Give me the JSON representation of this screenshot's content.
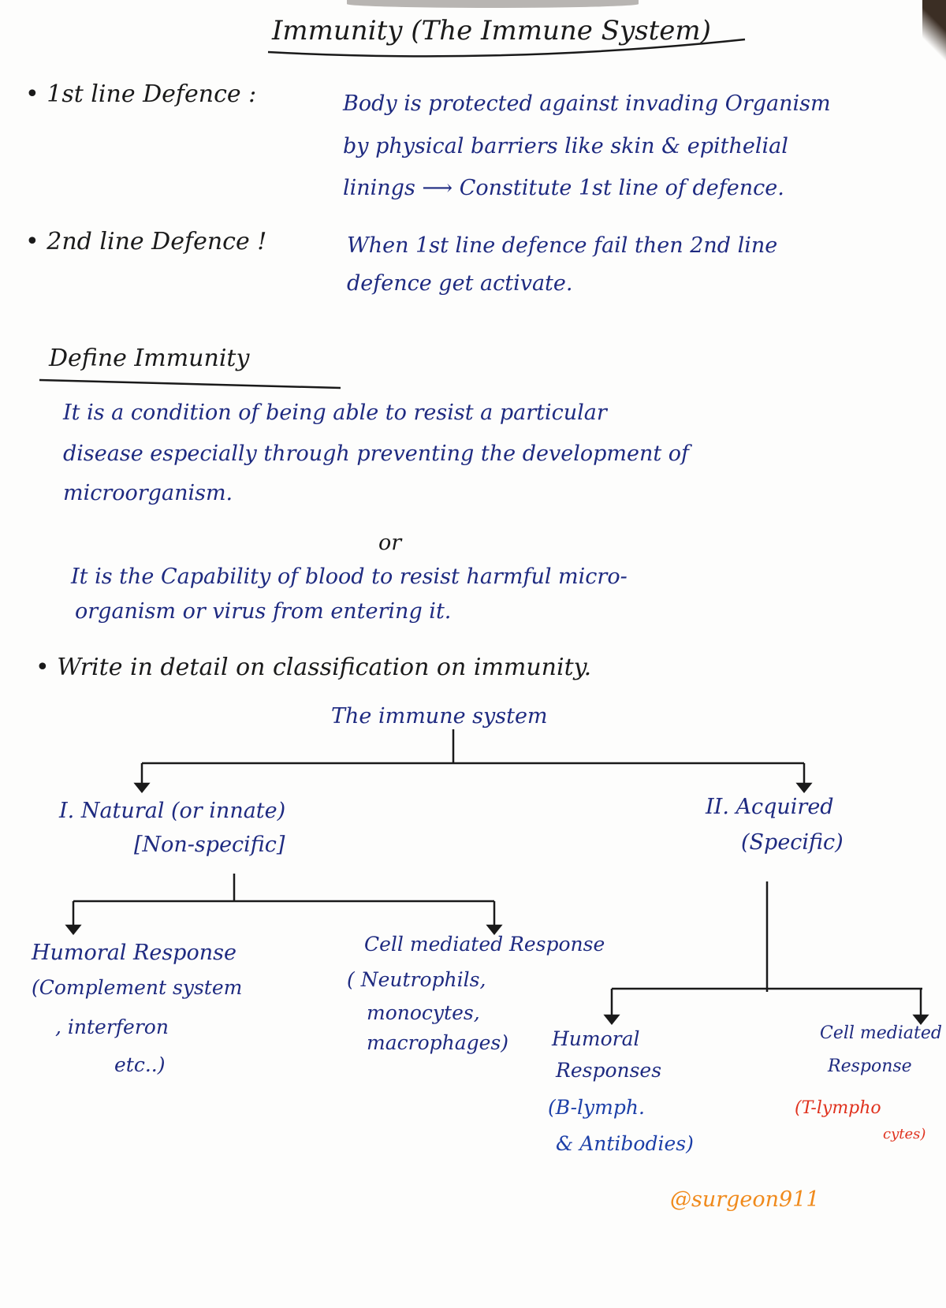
{
  "title": "Immunity (The Immune System)",
  "defences": [
    {
      "label": "• 1st line Defence :",
      "lines": [
        "Body is protected against invading Organism",
        "by physical barriers like skin & epithelial",
        "linings ⟶ Constitute 1st line of defence."
      ]
    },
    {
      "label": "• 2nd line Defence !",
      "lines": [
        "When 1st line defence fail then 2nd line",
        "defence get activate."
      ]
    }
  ],
  "define": {
    "heading": "Define Immunity",
    "para1": [
      "It is a condition of being able to resist a particular",
      "disease especially through preventing the development of",
      "microorganism."
    ],
    "or": "or",
    "para2": [
      "It is the Capability of blood to resist harmful micro-",
      "organism or virus from entering it."
    ]
  },
  "question": "• Write in detail on classification on immunity.",
  "tree": {
    "root": "The immune system",
    "natural": {
      "title": "I. Natural (or innate)",
      "sub": "[Non-specific]",
      "humoral": [
        "Humoral Response",
        "(Complement system",
        ", interferon",
        "etc..)"
      ],
      "cell": [
        "Cell mediated Response",
        "( Neutrophils,",
        "monocytes,",
        "macrophages)"
      ]
    },
    "acquired": {
      "title": "II. Acquired",
      "sub": "(Specific)",
      "humoral": [
        "Humoral",
        "Responses"
      ],
      "humoral_note": [
        "(B-lymph.",
        "& Antibodies)"
      ],
      "cell": [
        "Cell mediated",
        "Response"
      ],
      "cell_note": [
        "(T-lympho",
        "cytes)"
      ]
    }
  },
  "watermark": "@surgeon911",
  "colors": {
    "ink_black": "#1a1a1a",
    "ink_blue": "#1e2a80",
    "ink_bright_blue": "#1c3fa8",
    "ink_red": "#e0321e",
    "ink_orange": "#f08a1c"
  }
}
